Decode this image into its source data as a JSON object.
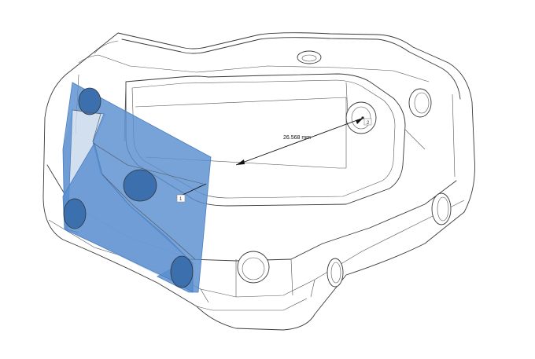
{
  "measurement": {
    "distance_label": "26.568 mm"
  },
  "markers": {
    "marker_1": "1",
    "marker_2": "2"
  },
  "colors": {
    "selection_plane": "#5a8fcf",
    "selection_plane_light": "#c9d9ec",
    "edges": "#3a3a3a",
    "background": "#ffffff"
  }
}
